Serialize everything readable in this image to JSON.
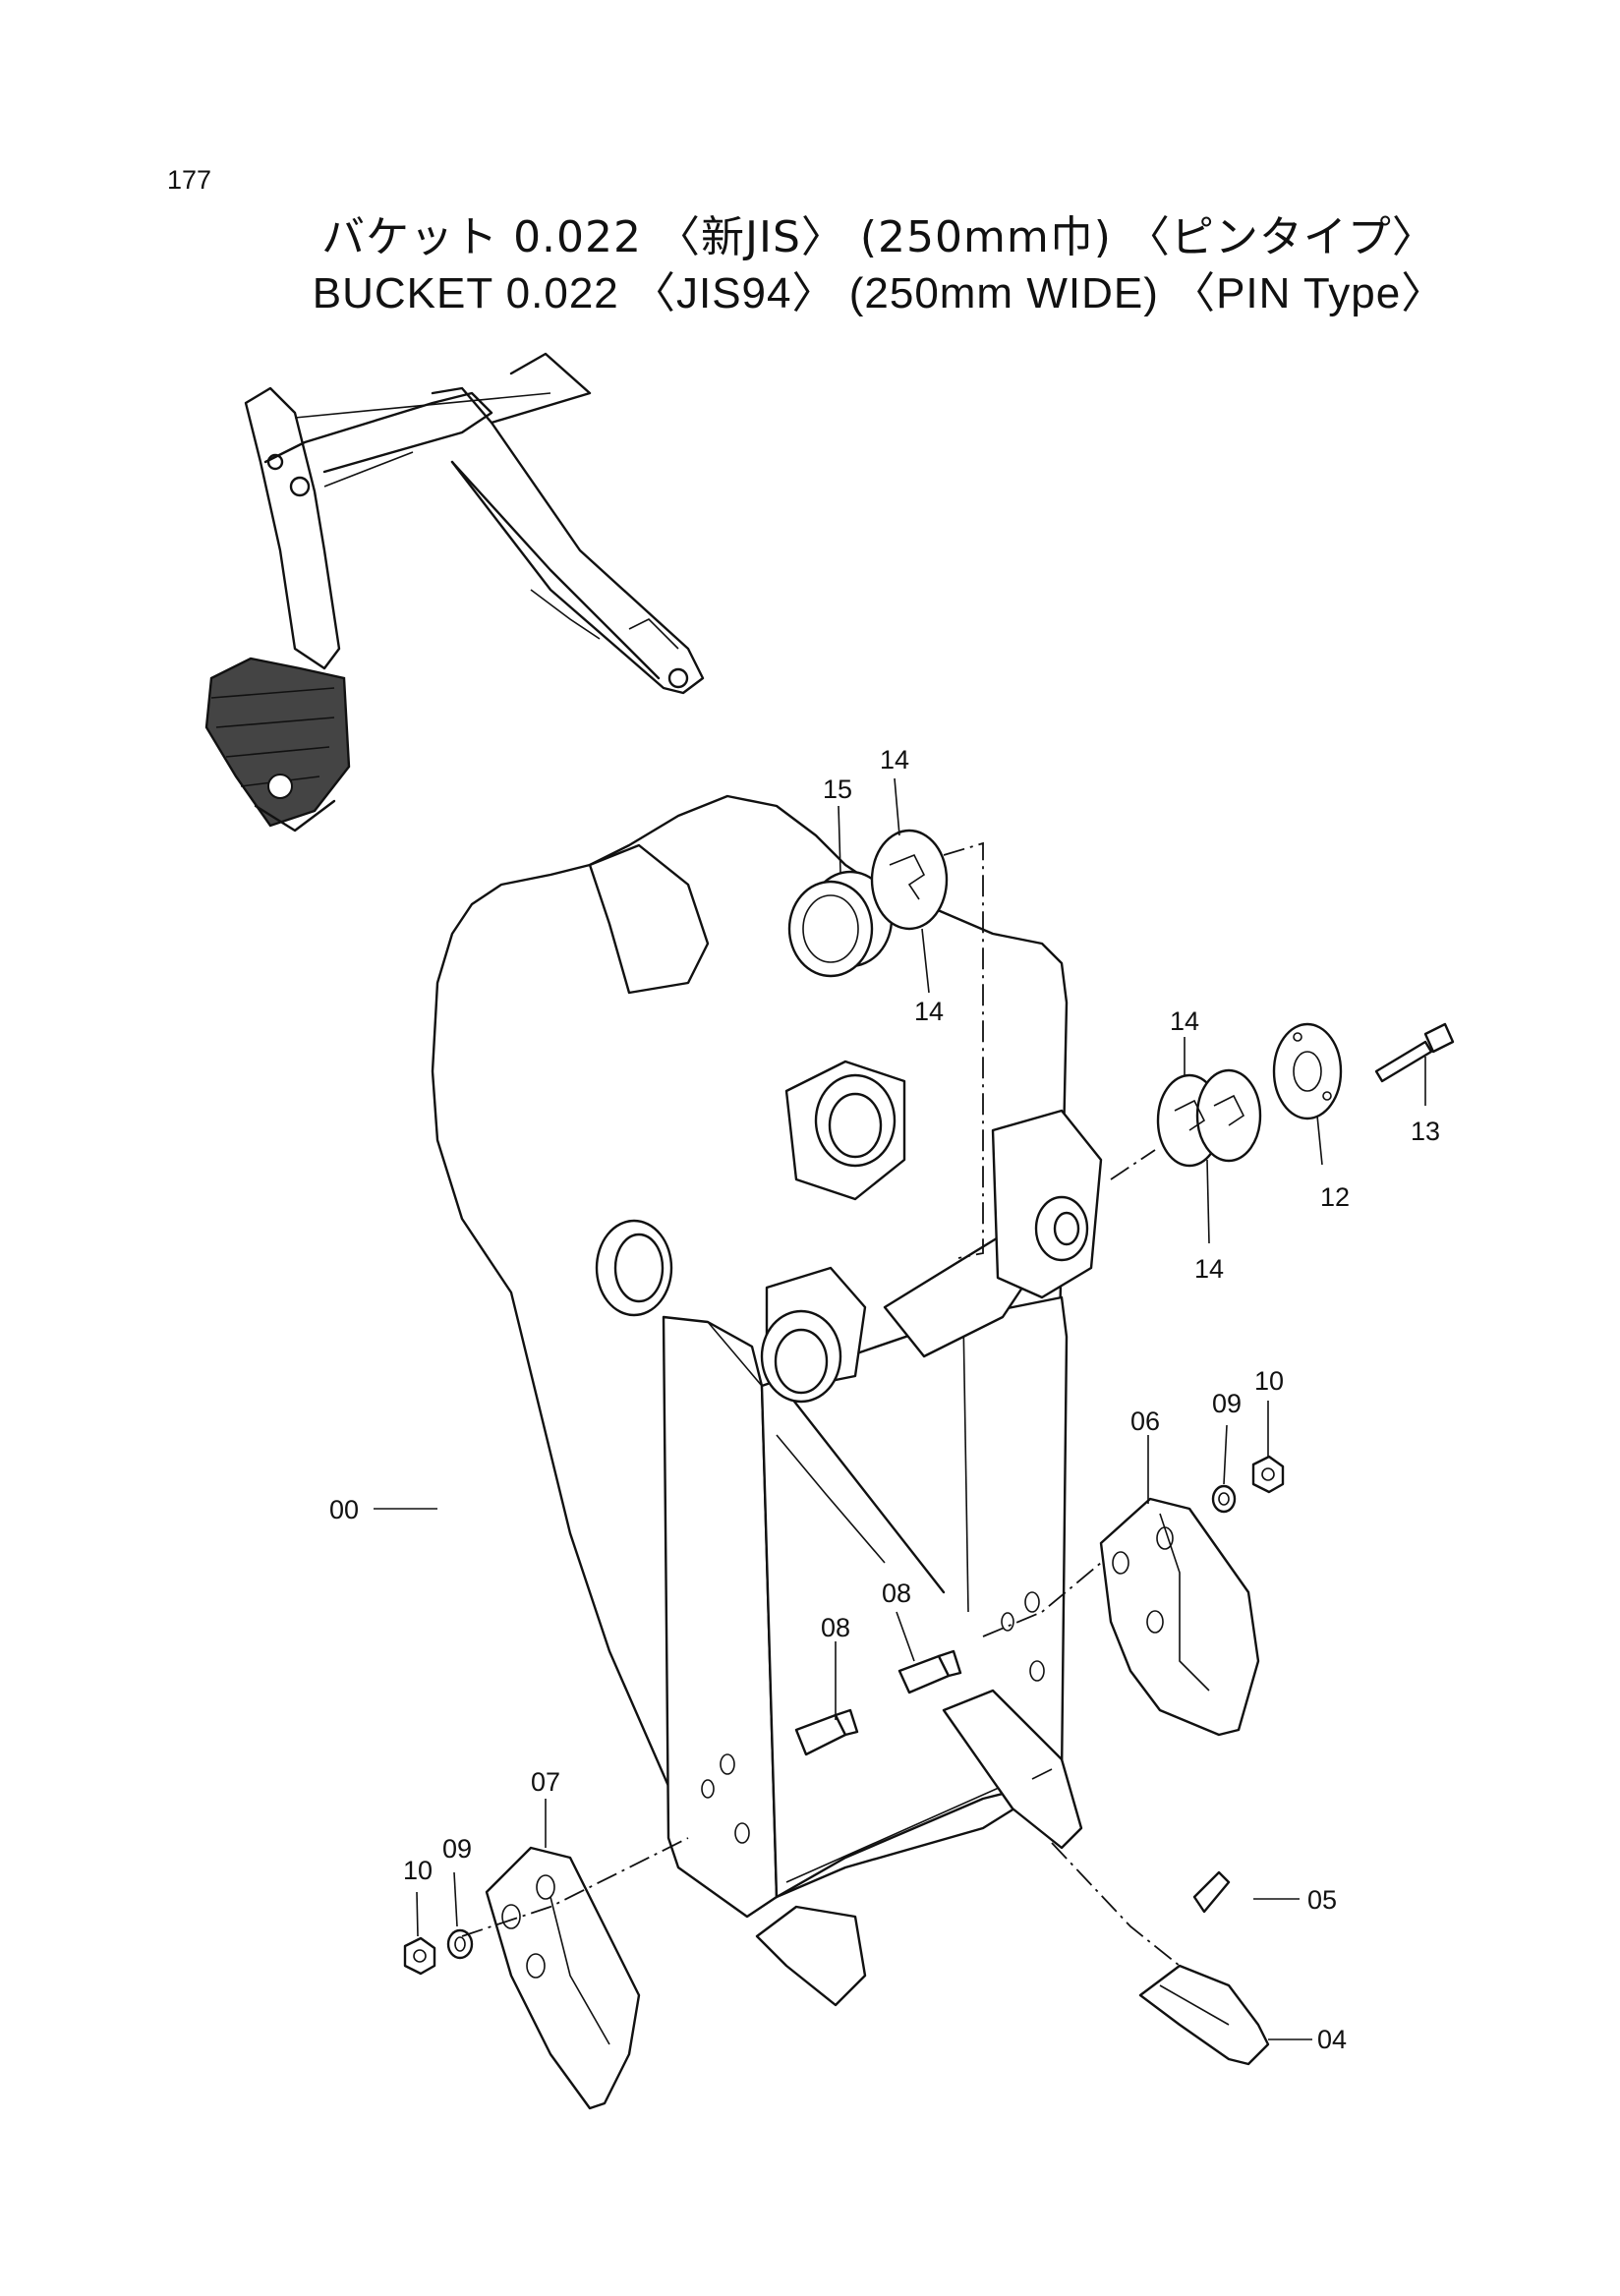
{
  "page_number": "177",
  "title_jp": "バケット 0.022 〈新JIS〉 (250mm巾) 〈ピンタイプ〉",
  "title_en": "BUCKET  0.022 〈JIS94〉 (250mm  WIDE) 〈PIN  Type〉",
  "callouts": {
    "c00": "00",
    "c04": "04",
    "c05": "05",
    "c06": "06",
    "c07": "07",
    "c08a": "08",
    "c08b": "08",
    "c09a": "09",
    "c09b": "09",
    "c10a": "10",
    "c10b": "10",
    "c12": "12",
    "c13": "13",
    "c14a": "14",
    "c14b": "14",
    "c14c": "14",
    "c14d": "14",
    "c15": "15"
  }
}
